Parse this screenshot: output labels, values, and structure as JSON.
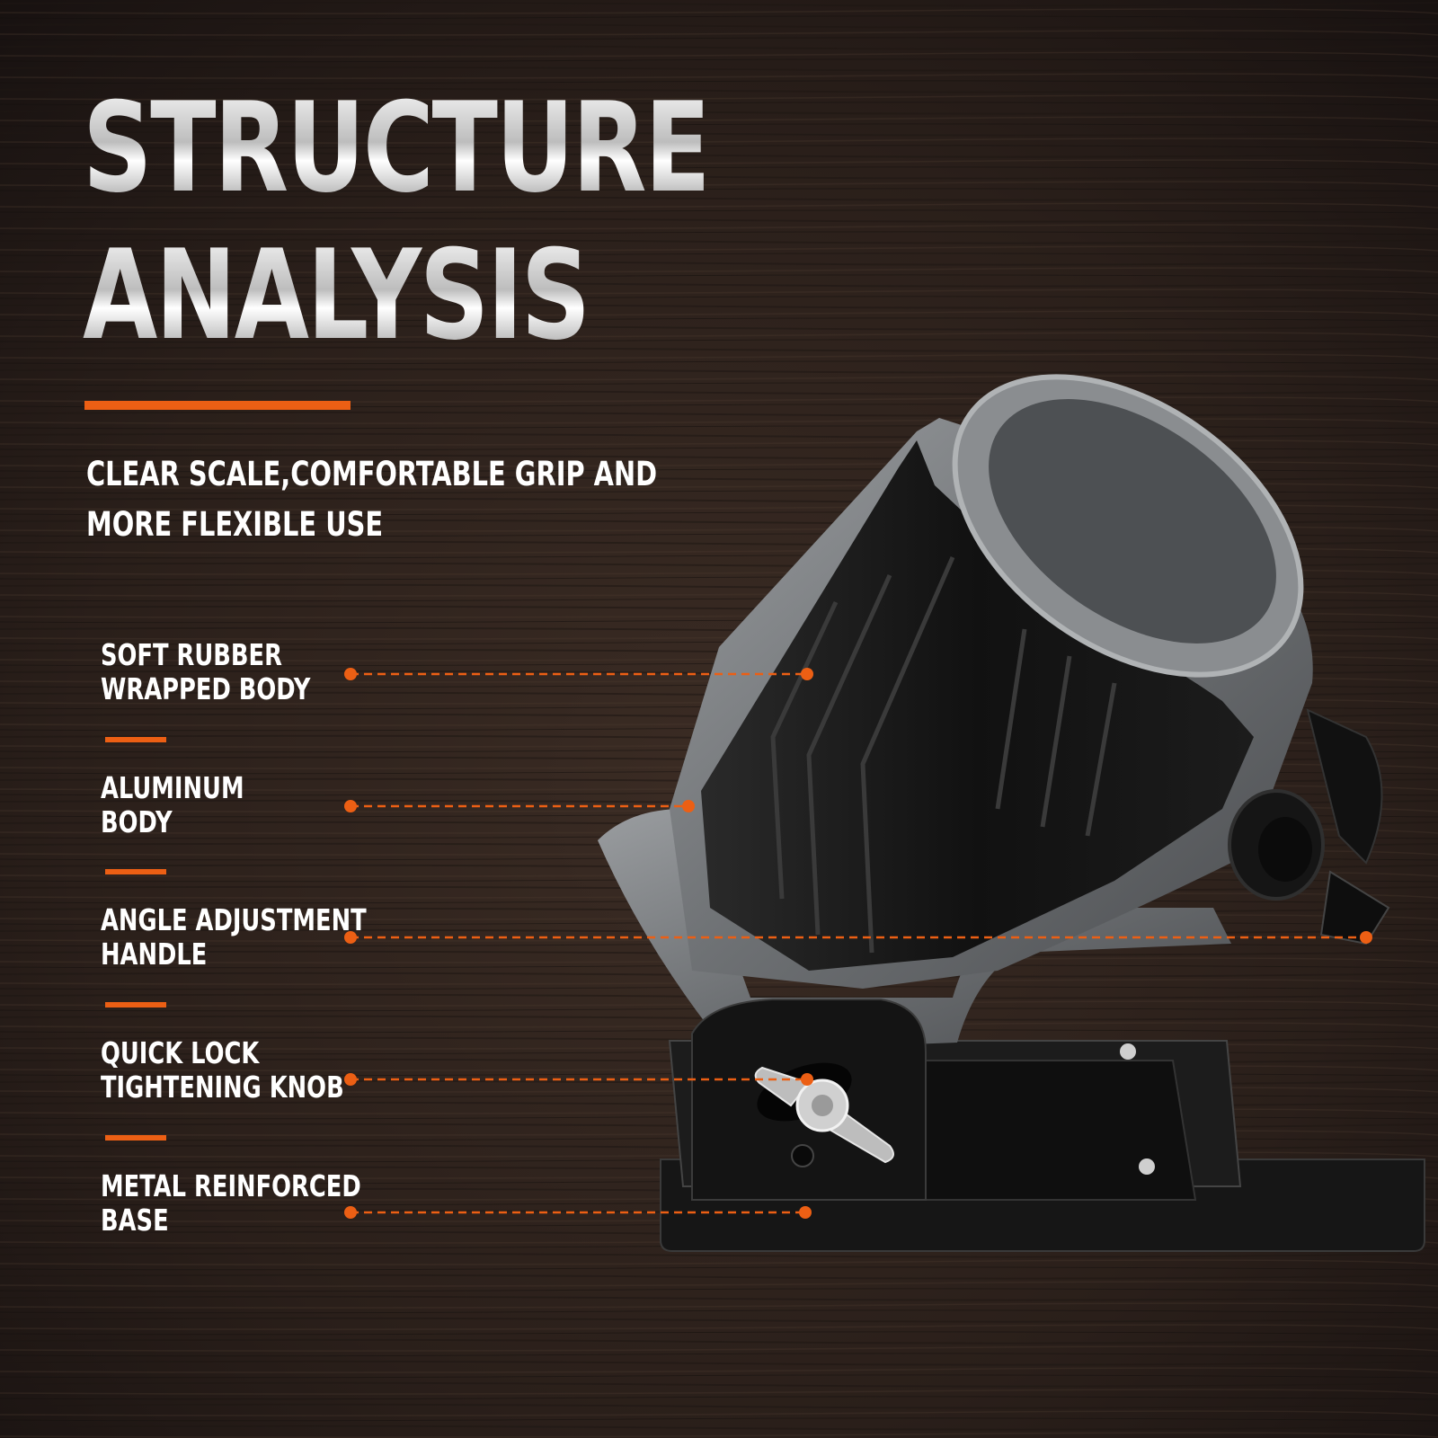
{
  "heading": {
    "line1": "STRUCTURE",
    "line2": "ANALYSIS"
  },
  "subtitle": {
    "line1": "CLEAR SCALE,COMFORTABLE GRIP AND",
    "line2": "MORE FLEXIBLE USE"
  },
  "features": [
    {
      "line1": "SOFT RUBBER",
      "line2": "WRAPPED BODY"
    },
    {
      "line1": "ALUMINUM",
      "line2": "BODY"
    },
    {
      "line1": "ANGLE ADJUSTMENT",
      "line2": "HANDLE"
    },
    {
      "line1": "QUICK LOCK",
      "line2": "TIGHTENING KNOB"
    },
    {
      "line1": "METAL REINFORCED",
      "line2": "BASE"
    }
  ],
  "colors": {
    "accent": "#ec5f14",
    "background": "#2a1f1a",
    "text": "#ffffff"
  }
}
